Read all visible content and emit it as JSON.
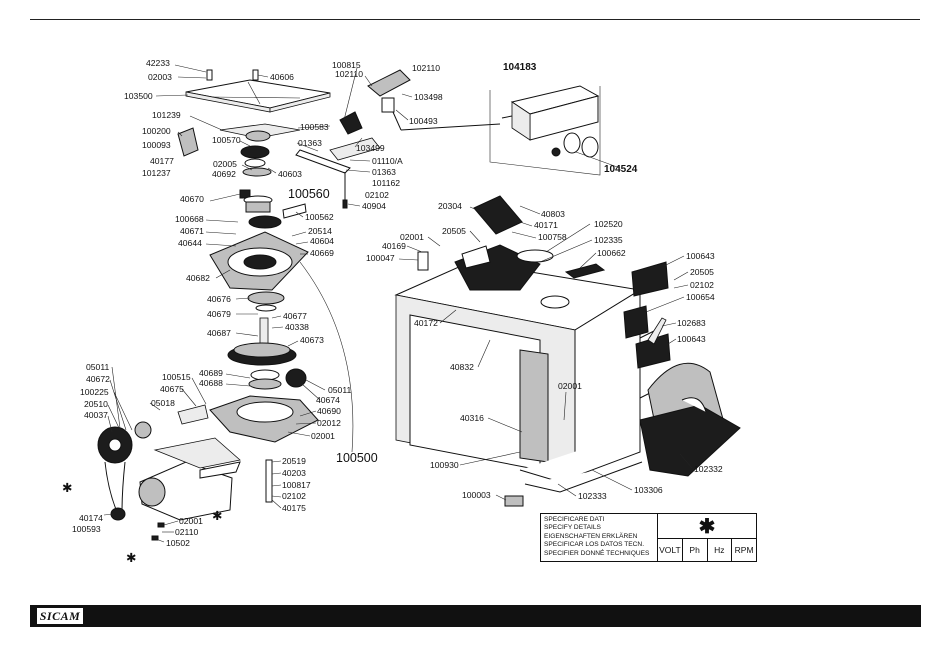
{
  "part_numbers": {
    "p42233": "42233",
    "p02003": "02003",
    "p40606": "40606",
    "p103500": "103500",
    "p100815": "100815",
    "p102110a": "102110",
    "p102110b": "102110",
    "p103498": "103498",
    "p100493": "100493",
    "p104183": "104183",
    "p104524": "104524",
    "p101239": "101239",
    "p100583": "100583",
    "p100200": "100200",
    "p100093": "100093",
    "p100570": "100570",
    "p01363a": "01363",
    "p103499": "103499",
    "p40177": "40177",
    "p101237": "101237",
    "p02005": "02005",
    "p40692": "40692",
    "p40603": "40603",
    "p01110a": "01110/A",
    "p01363b": "01363",
    "p101162": "101162",
    "p02102a": "02102",
    "p40904": "40904",
    "p40670": "40670",
    "p100560": "100560",
    "p100668": "100668",
    "p100562": "100562",
    "p40671": "40671",
    "p20514": "20514",
    "p40644": "40644",
    "p40604": "40604",
    "p40669": "40669",
    "p40682": "40682",
    "p40676": "40676",
    "p40679": "40679",
    "p40677": "40677",
    "p40338": "40338",
    "p40687": "40687",
    "p40673": "40673",
    "p05011a": "05011",
    "p40672": "40672",
    "p100515": "100515",
    "p40689": "40689",
    "p40688": "40688",
    "p100225": "100225",
    "p40675": "40675",
    "p05011b": "05011",
    "p40674": "40674",
    "p20510": "20510",
    "p05018": "05018",
    "p40037": "40037",
    "p40690": "40690",
    "p02012": "02012",
    "p02001a": "02001",
    "p100500": "100500",
    "p20519": "20519",
    "p40203": "40203",
    "p100817": "100817",
    "p02102b": "02102",
    "p40175": "40175",
    "p40174": "40174",
    "p100593": "100593",
    "p02001b": "02001",
    "p02110": "02110",
    "p10502": "10502",
    "p20304": "20304",
    "p40803": "40803",
    "p40171": "40171",
    "p100758": "100758",
    "p102520": "102520",
    "p02001c": "02001",
    "p20505a": "20505",
    "p102335": "102335",
    "p40169": "40169",
    "p100047": "100047",
    "p100662": "100662",
    "p100643a": "100643",
    "p20505b": "20505",
    "p02102c": "02102",
    "p100654": "100654",
    "p40172": "40172",
    "p102683": "102683",
    "p100643b": "100643",
    "p40832": "40832",
    "p02001d": "02001",
    "p40316": "40316",
    "p100930": "100930",
    "p102332": "102332",
    "p103306": "103306",
    "p100003": "100003",
    "p102333": "102333"
  },
  "motor_marker": "✱",
  "spec_table": {
    "lines": [
      "SPECIFICARE DATI",
      "SPECIFY DETAILS",
      "EIGENSCHAFTEN ERKLÄREN",
      "SPECIFICAR LOS DATOS TECN.",
      "SPECIFIER DONNÉ TECHNIQUES"
    ],
    "marker": "✱",
    "columns": [
      "VOLT",
      "Ph",
      "Hz",
      "RPM"
    ]
  },
  "footer": {
    "logo": "SICAM"
  }
}
